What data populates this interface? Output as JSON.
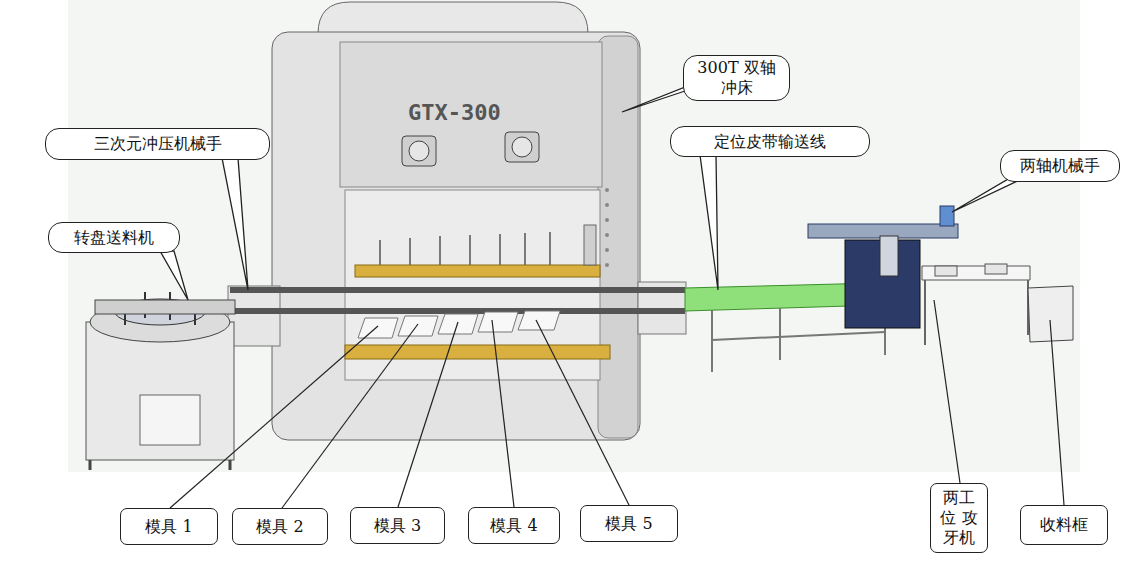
{
  "diagram": {
    "nodes": [
      {
        "text": [
          "300T 双轴冲床"
        ]
      },
      {
        "text": [
          "三次元冲压机械手"
        ]
      },
      {
        "text": [
          "定位皮带输送线"
        ]
      },
      {
        "text": [
          "两轴机械手"
        ]
      },
      {
        "text": [
          "转盘送料机"
        ]
      },
      {
        "text": [
          "模具 1"
        ]
      },
      {
        "text": [
          "模具 2"
        ]
      },
      {
        "text": [
          "模具 3"
        ]
      },
      {
        "text": [
          "模具 4"
        ]
      },
      {
        "text": [
          "模具 5"
        ]
      },
      {
        "text": [
          "两工位 攻牙机"
        ]
      },
      {
        "text": [
          "收料框"
        ]
      }
    ],
    "labels": [
      "GTX-300"
    ]
  }
}
